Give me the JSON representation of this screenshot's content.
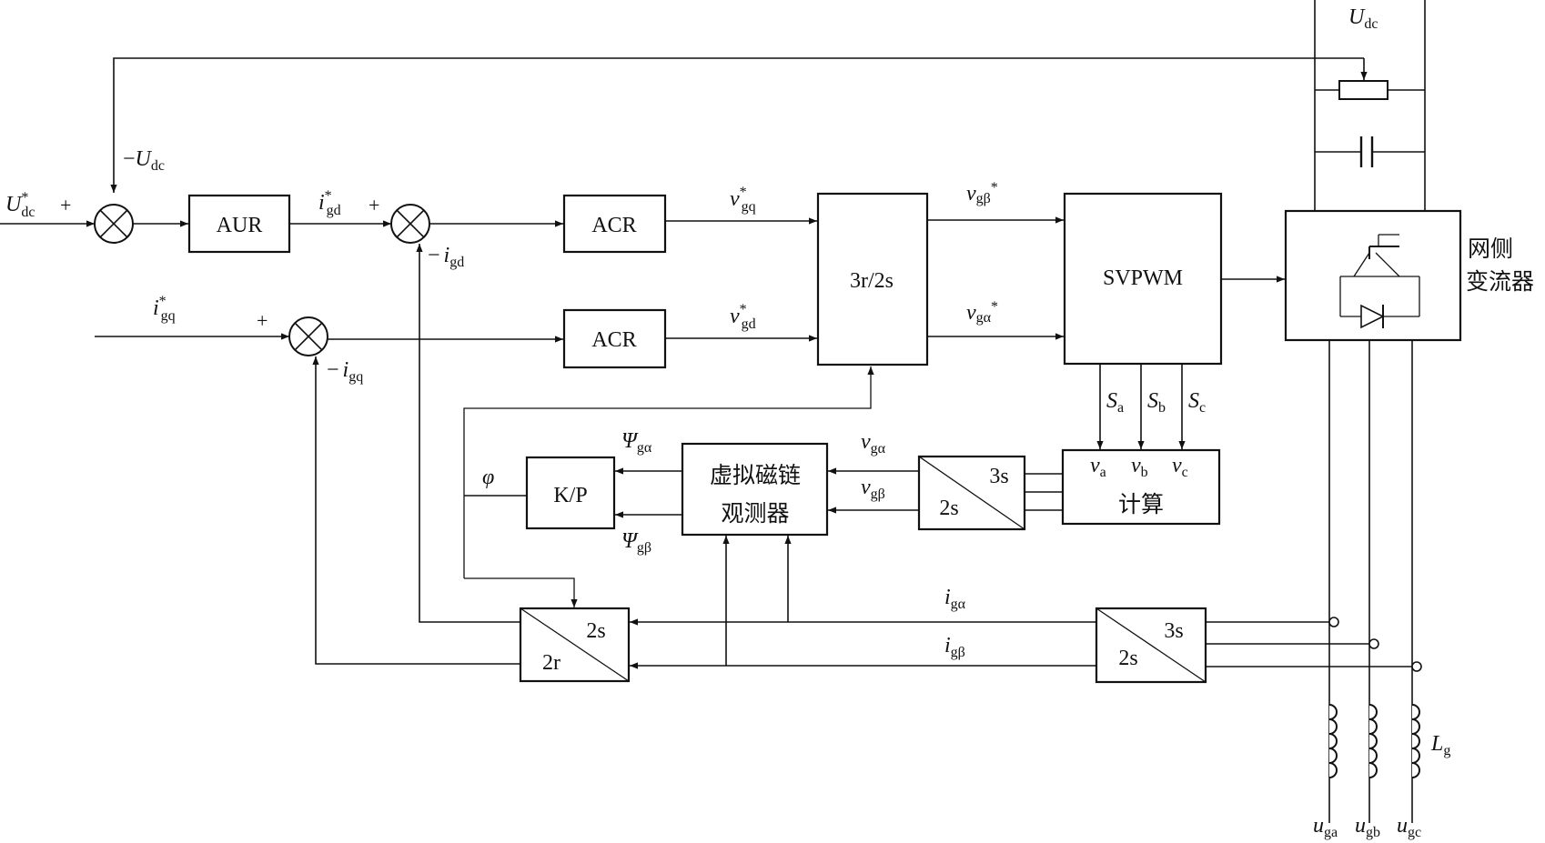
{
  "blocks": {
    "aur": "AUR",
    "acr_top": "ACR",
    "acr_bottom": "ACR",
    "rot_3r2s": "3r/2s",
    "svpwm": "SVPWM",
    "converter_label_1": "网侧",
    "converter_label_2": "变流器",
    "kp": "K/P",
    "observer_line1": "虚拟磁链",
    "observer_line2": "观测器",
    "calc": "计算",
    "tr_3s2s_top_a": "3s",
    "tr_3s2s_top_b": "2s",
    "tr_2s2r_a": "2s",
    "tr_2s2r_b": "2r",
    "tr_3s2s_bottom_a": "3s",
    "tr_3s2s_bottom_b": "2s"
  },
  "signals": {
    "udc_top": {
      "sym": "U",
      "sub": "dc"
    },
    "neg_udc": {
      "pre": "−",
      "sym": "U",
      "sub": "dc"
    },
    "udc_ref": {
      "sym": "U",
      "sup": "*",
      "sub": "dc"
    },
    "igd_ref": {
      "sym": "i",
      "sup": "*",
      "sub": "gd"
    },
    "neg_igd": {
      "pre": "−",
      "sym": "i",
      "sub": "gd"
    },
    "igq_ref": {
      "sym": "i",
      "sup": "*",
      "sub": "gq"
    },
    "neg_igq": {
      "pre": "−",
      "sym": "i",
      "sub": "gq"
    },
    "vgq_ref": {
      "sym": "v",
      "sup": "*",
      "sub": "gq"
    },
    "vgd_ref": {
      "sym": "v",
      "sup": "*",
      "sub": "gd"
    },
    "vgbeta_ref": {
      "sym": "v",
      "sup": "*",
      "sub": "gβ"
    },
    "vgalpha_ref": {
      "sym": "v",
      "sup": "*",
      "sub": "gα"
    },
    "sa": {
      "sym": "S",
      "sub": "a"
    },
    "sb": {
      "sym": "S",
      "sub": "b"
    },
    "sc": {
      "sym": "S",
      "sub": "c"
    },
    "va": {
      "sym": "v",
      "sub": "a"
    },
    "vb": {
      "sym": "v",
      "sub": "b"
    },
    "vc": {
      "sym": "v",
      "sub": "c"
    },
    "vgalpha": {
      "sym": "v",
      "sub": "gα"
    },
    "vgbeta": {
      "sym": "v",
      "sub": "gβ"
    },
    "psi_alpha": {
      "sym": "Ψ",
      "sub": "gα"
    },
    "psi_beta": {
      "sym": "Ψ",
      "sub": "gβ"
    },
    "phi": {
      "sym": "φ"
    },
    "igalpha": {
      "sym": "i",
      "sub": "gα"
    },
    "igbeta": {
      "sym": "i",
      "sub": "gβ"
    },
    "lg": {
      "sym": "L",
      "sub": "g"
    },
    "uga": {
      "sym": "u",
      "sub": "ga"
    },
    "ugb": {
      "sym": "u",
      "sub": "gb"
    },
    "ugc": {
      "sym": "u",
      "sub": "gc"
    }
  },
  "signs": {
    "plus_udc": "+",
    "plus_igd": "+",
    "plus_igq": "+"
  }
}
